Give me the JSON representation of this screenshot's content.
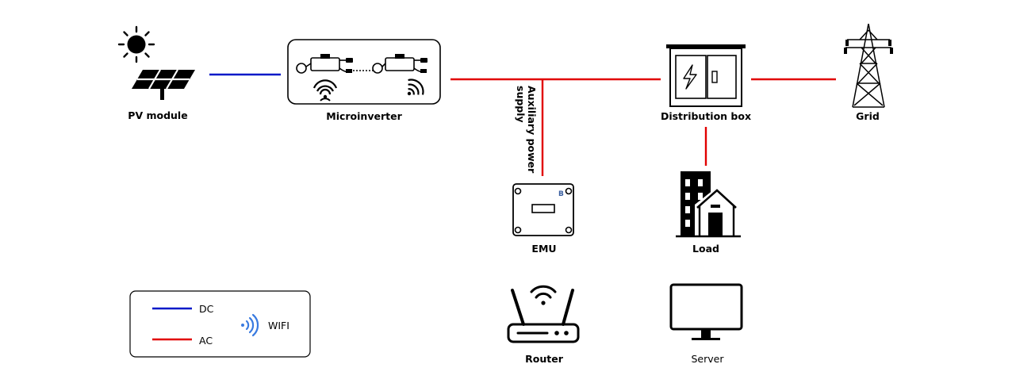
{
  "nodes": {
    "pv_module": "PV module",
    "microinverter": "Microinverter",
    "distribution_box": "Distribution box",
    "grid": "Grid",
    "emu": "EMU",
    "load": "Load",
    "router": "Router",
    "server": "Server"
  },
  "edge_labels": {
    "auxiliary_power_line1": "Auxiliary power",
    "auxiliary_power_line2": "supply"
  },
  "legend": {
    "dc": "DC",
    "ac": "AC",
    "wifi": "WIFI"
  },
  "emu_logo": "B",
  "colors": {
    "dc": "#0019c8",
    "ac": "#e10000",
    "wifi": "#3a7be0",
    "ink": "#000000"
  }
}
